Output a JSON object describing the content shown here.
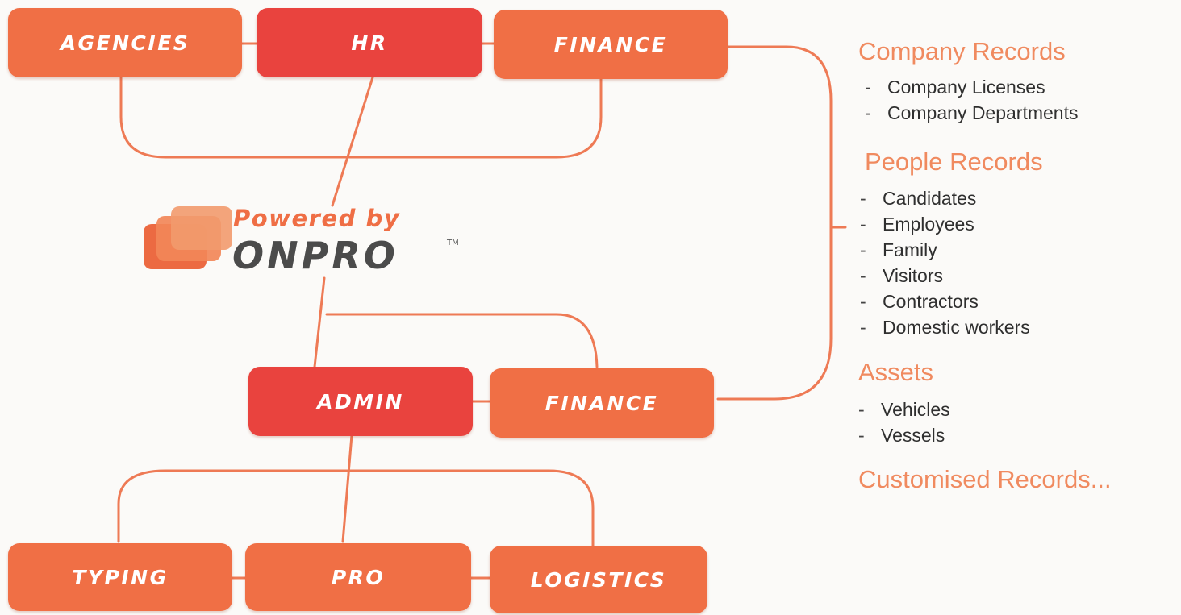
{
  "colors": {
    "box_light": "#f06f45",
    "box_dark": "#e9433e",
    "connector": "#ee7a55",
    "section_title": "#f08a5f",
    "item_text": "#2f2f2f",
    "brand_gray": "#4b4b4b"
  },
  "nodes": {
    "agencies": "AGENCIES",
    "hr": "HR",
    "finance_top": "FINANCE",
    "admin": "ADMIN",
    "finance_bottom": "FINANCE",
    "typing": "TYPING",
    "pro": "PRO",
    "logistics": "LOGISTICS"
  },
  "brand": {
    "powered_by": "Powered by",
    "name": "ONPRO",
    "trademark": "TM",
    "logo_icon": "stacked-rounded-squares-logo"
  },
  "records": {
    "company": {
      "title": "Company Records",
      "items": [
        "Company Licenses",
        "Company Departments"
      ]
    },
    "people": {
      "title": "People Records",
      "items": [
        "Candidates",
        "Employees",
        "Family",
        "Visitors",
        "Contractors",
        "Domestic workers"
      ]
    },
    "assets": {
      "title": "Assets",
      "items": [
        "Vehicles",
        "Vessels"
      ]
    },
    "customised": {
      "title": "Customised Records..."
    },
    "bullet": "-"
  }
}
